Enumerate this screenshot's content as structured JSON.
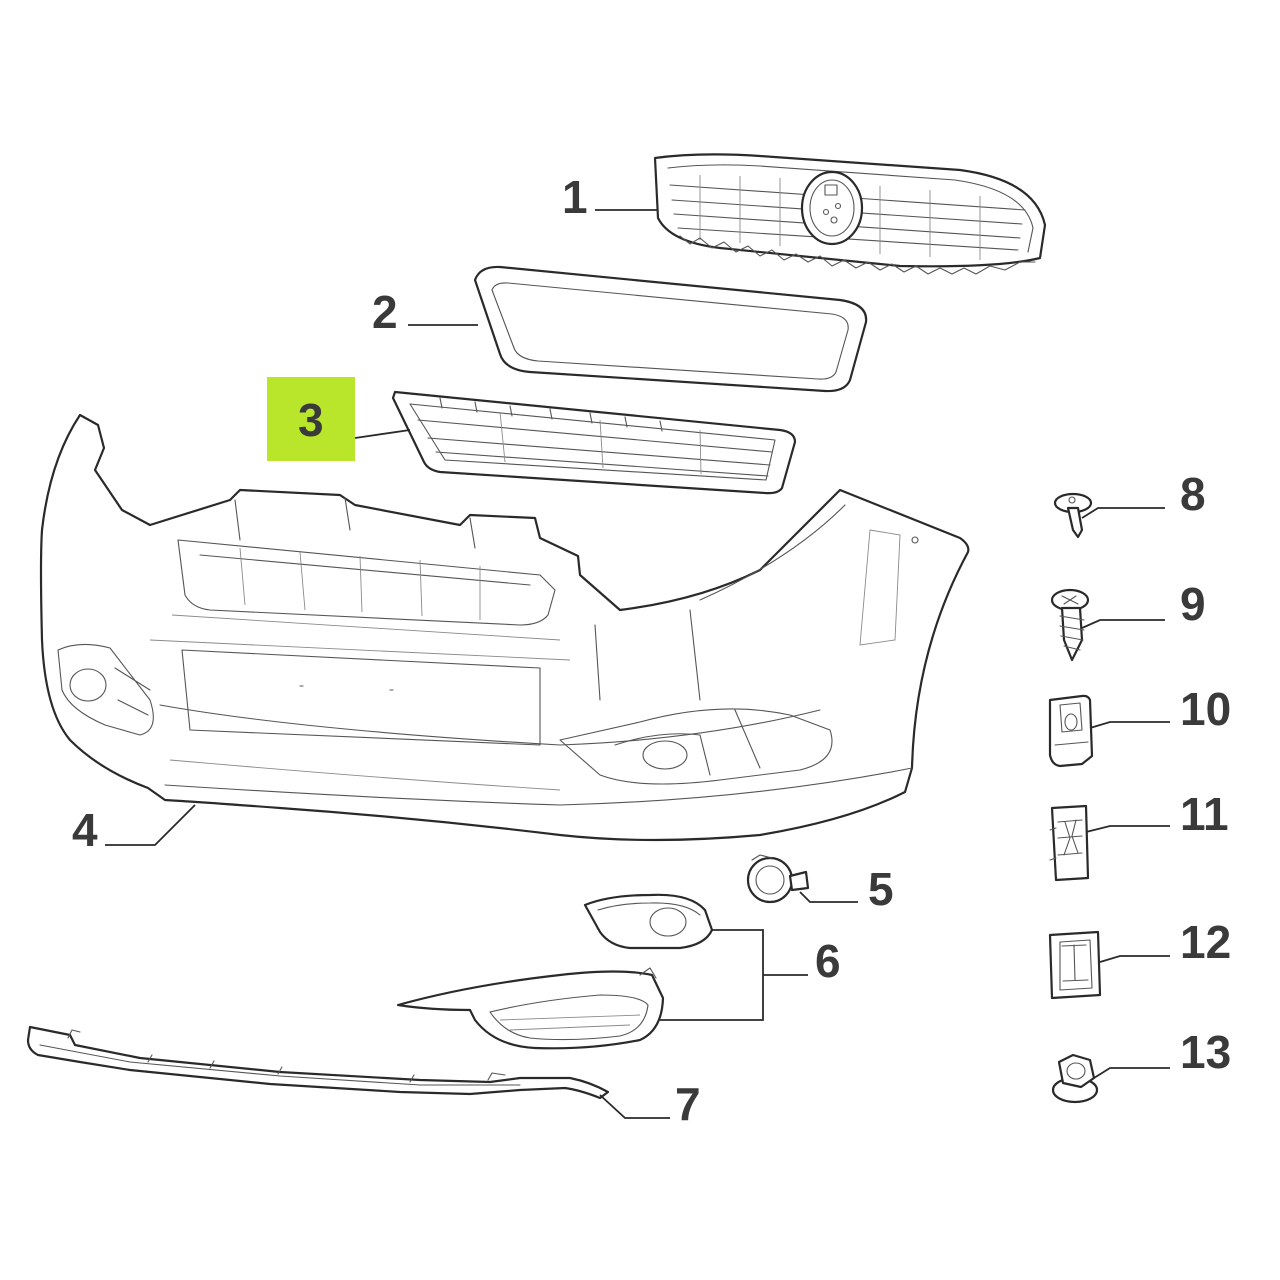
{
  "diagram": {
    "callouts": [
      {
        "id": "1",
        "label": "1",
        "highlighted": false
      },
      {
        "id": "2",
        "label": "2",
        "highlighted": false
      },
      {
        "id": "3",
        "label": "3",
        "highlighted": true
      },
      {
        "id": "4",
        "label": "4",
        "highlighted": false
      },
      {
        "id": "5",
        "label": "5",
        "highlighted": false
      },
      {
        "id": "6",
        "label": "6",
        "highlighted": false
      },
      {
        "id": "7",
        "label": "7",
        "highlighted": false
      },
      {
        "id": "8",
        "label": "8",
        "highlighted": false
      },
      {
        "id": "9",
        "label": "9",
        "highlighted": false
      },
      {
        "id": "10",
        "label": "10",
        "highlighted": false
      },
      {
        "id": "11",
        "label": "11",
        "highlighted": false
      },
      {
        "id": "12",
        "label": "12",
        "highlighted": false
      },
      {
        "id": "13",
        "label": "13",
        "highlighted": false
      }
    ],
    "colors": {
      "highlight": "#b9e52a",
      "line": "#2a2a2a",
      "label": "#3a3a3a",
      "background": "#ffffff"
    }
  }
}
